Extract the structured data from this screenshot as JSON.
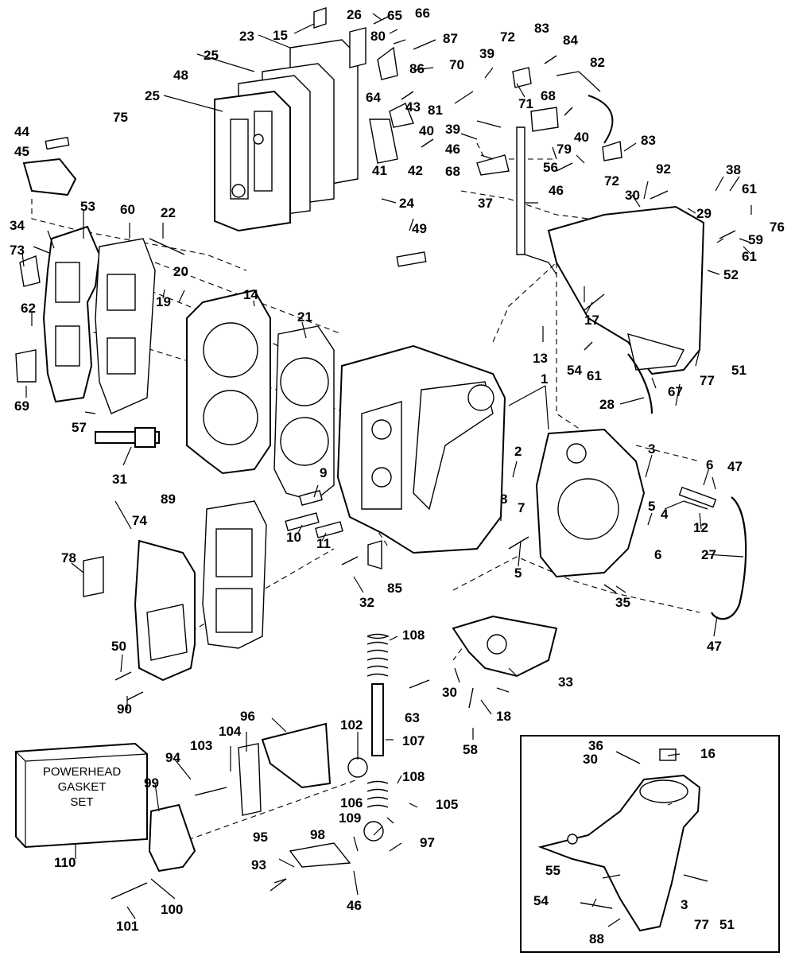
{
  "gasket_set_box": {
    "lines": [
      "POWERHEAD",
      "GASKET",
      "SET"
    ]
  },
  "callouts": {
    "c1": "1",
    "c2": "2",
    "c3a": "3",
    "c3b": "3",
    "c4": "4",
    "c5a": "5",
    "c5b": "5",
    "c6a": "6",
    "c6b": "6",
    "c7": "7",
    "c8": "8",
    "c9": "9",
    "c10": "10",
    "c11": "11",
    "c12": "12",
    "c13": "13",
    "c14": "14",
    "c15": "15",
    "c16": "16",
    "c17": "17",
    "c18": "18",
    "c19": "19",
    "c20": "20",
    "c21": "21",
    "c22": "22",
    "c23": "23",
    "c24": "24",
    "c25a": "25",
    "c25b": "25",
    "c26": "26",
    "c27": "27",
    "c28": "28",
    "c29": "29",
    "c30a": "30",
    "c30b": "30",
    "c30c": "30",
    "c31": "31",
    "c32": "32",
    "c33": "33",
    "c34": "34",
    "c35": "35",
    "c36": "36",
    "c37": "37",
    "c38": "38",
    "c39a": "39",
    "c39b": "39",
    "c40a": "40",
    "c40b": "40",
    "c41": "41",
    "c42": "42",
    "c43": "43",
    "c44": "44",
    "c45": "45",
    "c46a": "46",
    "c46b": "46",
    "c46c": "46",
    "c47a": "47",
    "c47b": "47",
    "c48": "48",
    "c49": "49",
    "c50": "50",
    "c51a": "51",
    "c51b": "51",
    "c52": "52",
    "c53": "53",
    "c54a": "54",
    "c54b": "54",
    "c55": "55",
    "c56": "56",
    "c57": "57",
    "c58": "58",
    "c59": "59",
    "c60": "60",
    "c61a": "61",
    "c61b": "61",
    "c61c": "61",
    "c62": "62",
    "c63": "63",
    "c64": "64",
    "c65": "65",
    "c66": "66",
    "c67": "67",
    "c68a": "68",
    "c68b": "68",
    "c69": "69",
    "c70": "70",
    "c71": "71",
    "c72a": "72",
    "c72b": "72",
    "c73": "73",
    "c74": "74",
    "c75": "75",
    "c76": "76",
    "c77a": "77",
    "c77b": "77",
    "c78": "78",
    "c79": "79",
    "c80": "80",
    "c81": "81",
    "c82": "82",
    "c83a": "83",
    "c83b": "83",
    "c84": "84",
    "c85": "85",
    "c86": "86",
    "c87": "87",
    "c88": "88",
    "c89": "89",
    "c90": "90",
    "c92": "92",
    "c93": "93",
    "c94": "94",
    "c95": "95",
    "c96": "96",
    "c97": "97",
    "c98": "98",
    "c99": "99",
    "c100": "100",
    "c101": "101",
    "c102": "102",
    "c103": "103",
    "c104": "104",
    "c105": "105",
    "c106": "106",
    "c107": "107",
    "c108a": "108",
    "c108b": "108",
    "c109": "109",
    "c110": "110"
  }
}
